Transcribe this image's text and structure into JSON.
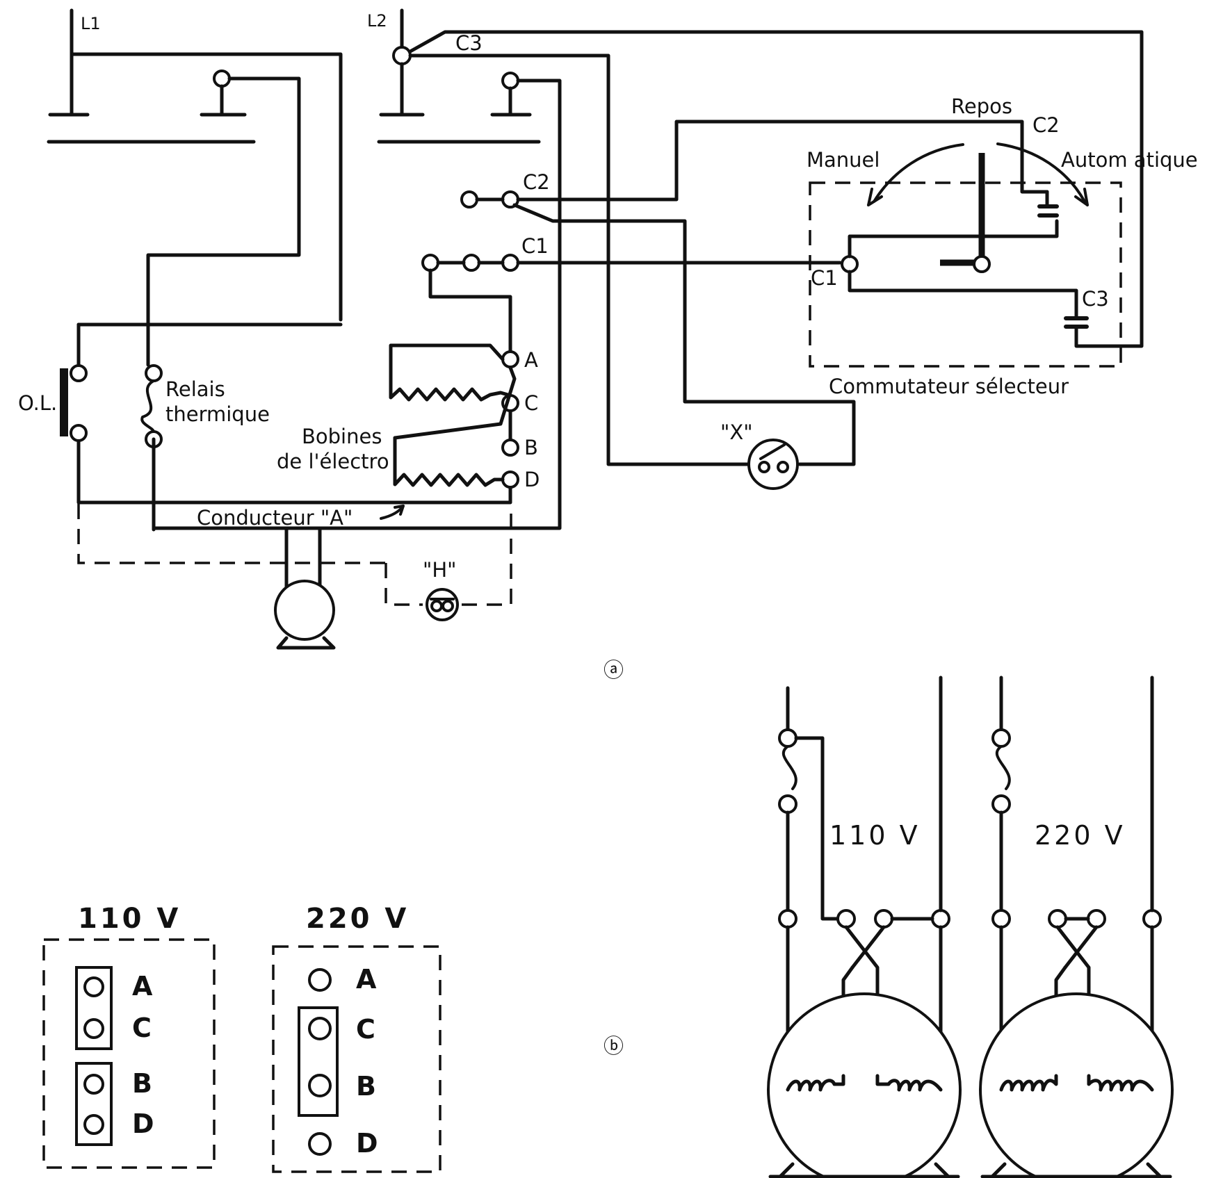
{
  "diagram_a": {
    "figure_label": "ⓐ",
    "line_1": "L1",
    "line_2": "L2",
    "contact_c3_label": "C3",
    "contact_c2_label": "C2",
    "contact_c1_label": "C1",
    "overload": "O.L.",
    "thermal_relay": [
      "Relais",
      "thermique"
    ],
    "coils": [
      "Bobines",
      "de l'électro"
    ],
    "terminals": [
      "A",
      "C",
      "B",
      "D"
    ],
    "conductor": "Conducteur \"A\"",
    "heater": "\"H\"",
    "switch_x": "\"X\"",
    "selector": {
      "title": "Commutateur sélecteur",
      "rest": "Repos",
      "manual": "Manuel",
      "automatic": "Autom atique",
      "c1": "C1",
      "c2": "C2",
      "c3": "C3"
    }
  },
  "diagram_b": {
    "figure_label": "ⓑ",
    "blocks": [
      {
        "voltage": "110 V",
        "terminals": [
          "A",
          "C",
          "B",
          "D"
        ]
      },
      {
        "voltage": "220 V",
        "terminals": [
          "A",
          "C",
          "B",
          "D"
        ]
      }
    ],
    "motors": [
      {
        "voltage": "110 V"
      },
      {
        "voltage": "220 V"
      }
    ]
  }
}
